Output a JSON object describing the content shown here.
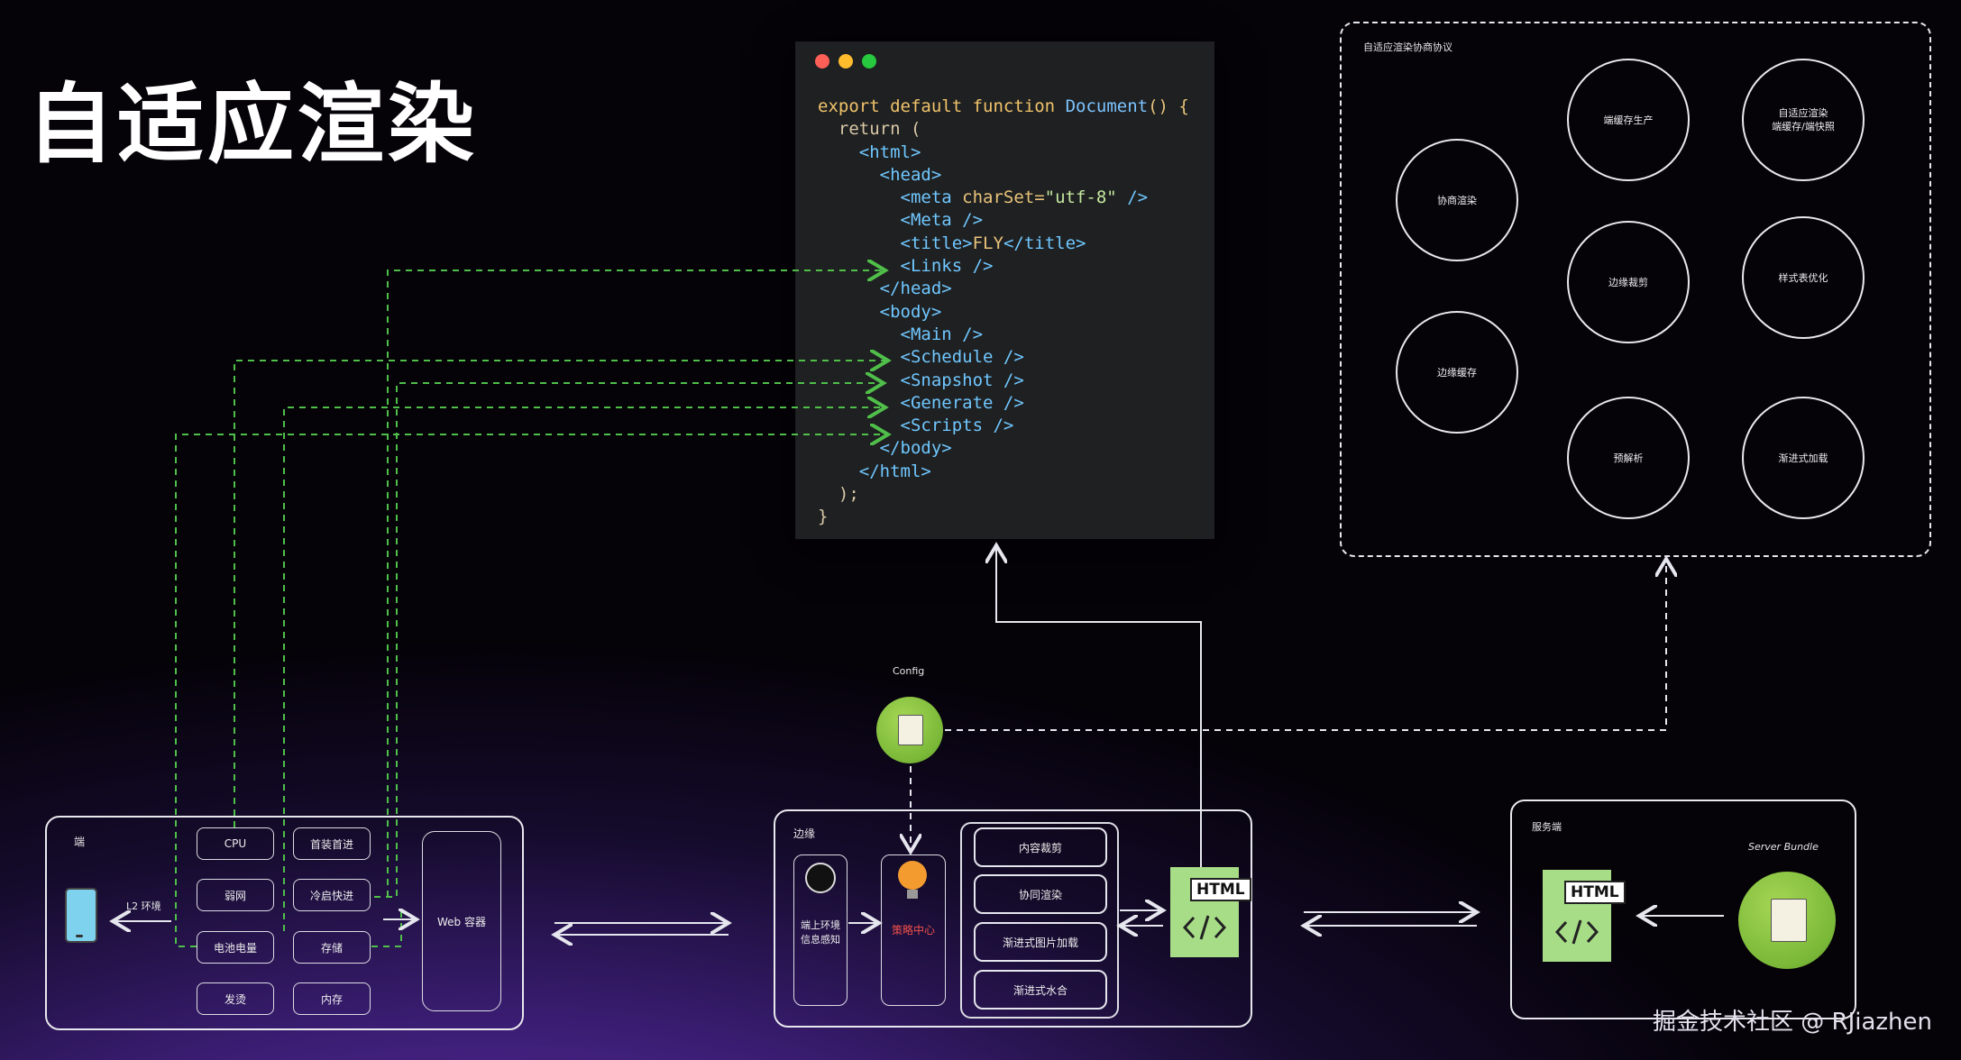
{
  "title": "自适应渲染",
  "code": {
    "lines": [
      "export default function Document() {",
      "  return (",
      "    <html>",
      "      <head>",
      "        <meta charSet=\"utf-8\" />",
      "        <Meta />",
      "        <title>FLY</title>",
      "        <Links />",
      "      </head>",
      "      <body>",
      "        <Main />",
      "        <Schedule />",
      "        <Snapshot />",
      "        <Generate />",
      "        <Scripts />",
      "      </body>",
      "    </html>",
      "  );",
      "}"
    ]
  },
  "protocol": {
    "title": "自适应渲染协商协议",
    "circles": [
      "端缓存生产",
      "自适应渲染\n端缓存/端快照",
      "协商渲染",
      "边缘裁剪",
      "样式表优化",
      "边缘缓存",
      "预解析",
      "渐进式加载"
    ]
  },
  "client": {
    "label": "端",
    "env_label": "L2 环境",
    "chips": [
      "CPU",
      "首装首进",
      "弱网",
      "冷启快进",
      "电池电量",
      "存储",
      "发烫",
      "内存"
    ],
    "web_container": "Web 容器"
  },
  "config": {
    "label": "Config"
  },
  "edge": {
    "label": "边缘",
    "notify": "端上环境\n信息感知",
    "strategy": "策略中心",
    "items": [
      "内容裁剪",
      "协同渲染",
      "渐进式图片加载",
      "渐进式水合"
    ]
  },
  "server": {
    "label": "服务端",
    "bundle_label": "Server Bundle"
  },
  "html_badge": "HTML",
  "watermark": "掘金技术社区 @ RJiazhen"
}
